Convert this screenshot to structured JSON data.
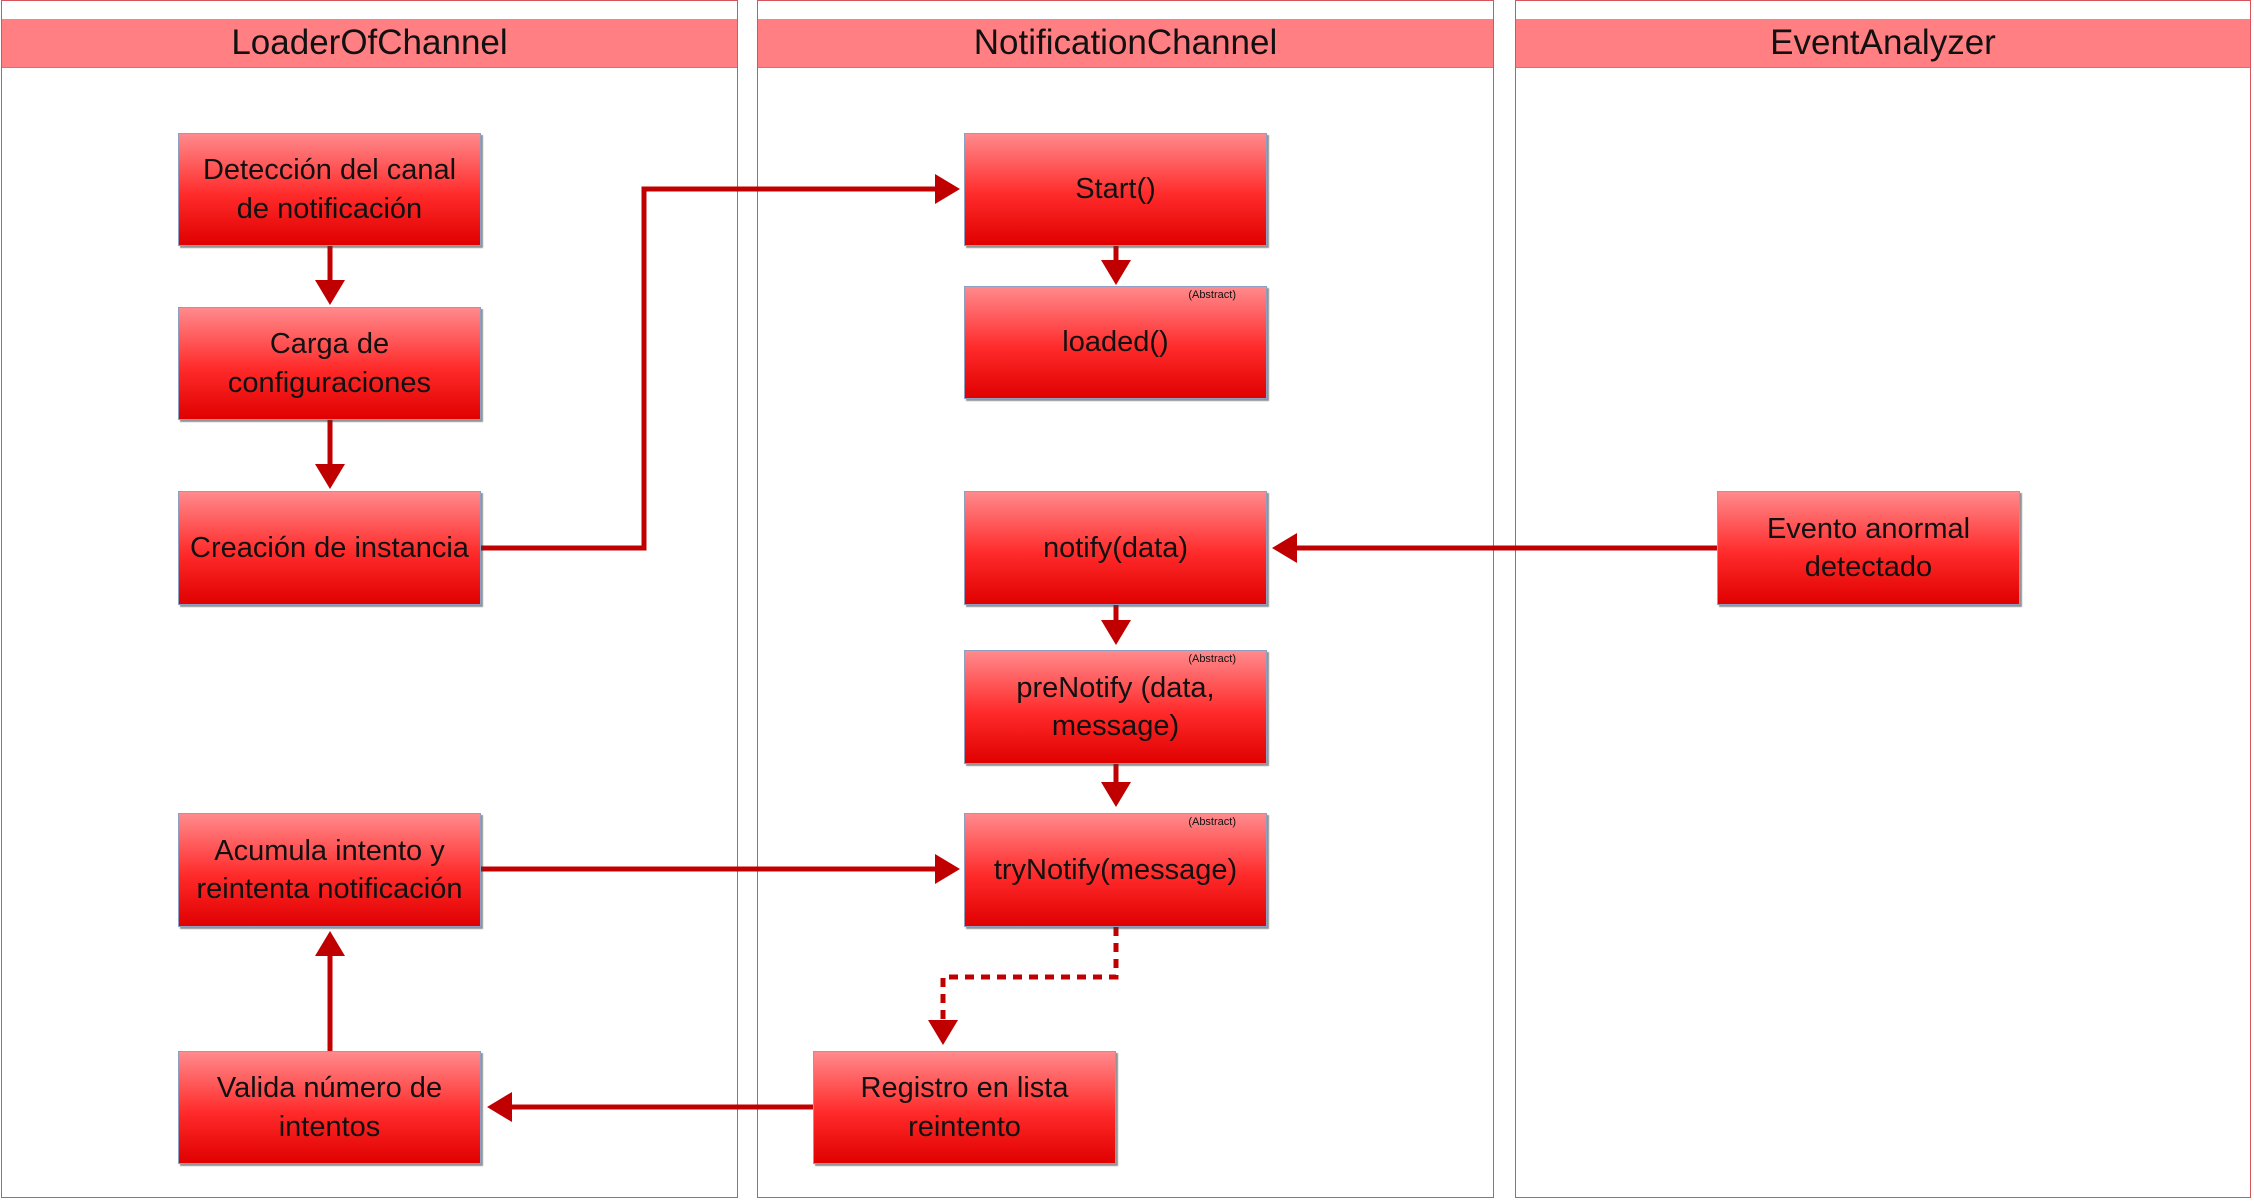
{
  "lanes": [
    {
      "name": "LoaderOfChannel"
    },
    {
      "name": "NotificationChannel"
    },
    {
      "name": "EventAnalyzer"
    }
  ],
  "nodes": {
    "deteccion": {
      "label": "Detección del canal\nde notificación"
    },
    "carga": {
      "label": "Carga de\nconfiguraciones"
    },
    "creacion": {
      "label": "Creación de instancia"
    },
    "acumula": {
      "label": "Acumula intento y\nreintenta notificación"
    },
    "valida": {
      "label": "Valida número de\nintentos"
    },
    "start": {
      "label": "Start()"
    },
    "loaded": {
      "label": "loaded()",
      "tag": "(Abstract)"
    },
    "notify": {
      "label": "notify(data)"
    },
    "prenotify": {
      "label": "preNotify (data,\nmessage)",
      "tag": "(Abstract)"
    },
    "trynotify": {
      "label": "tryNotify(message)",
      "tag": "(Abstract)"
    },
    "registro": {
      "label": "Registro en lista\nreintento"
    },
    "evento": {
      "label": "Evento anormal\ndetectado"
    }
  },
  "colors": {
    "connector": "#c00000",
    "lane_header": "#ff7f82",
    "lane_border": "#d7545d",
    "node_top": "#ff8a8c",
    "node_bottom": "#e00000"
  }
}
